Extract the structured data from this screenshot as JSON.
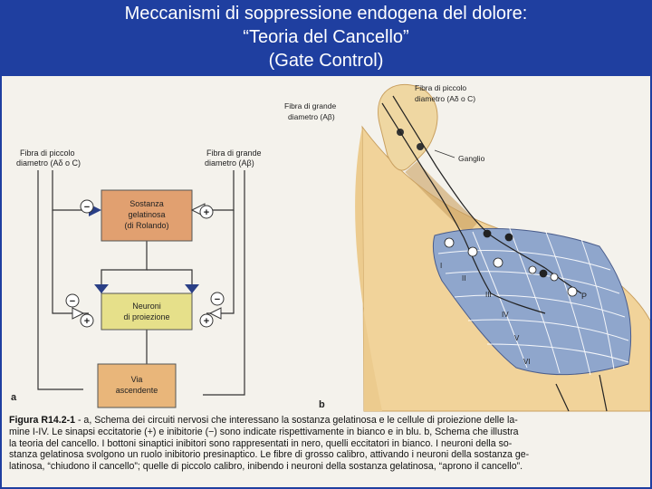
{
  "slide": {
    "title_lines": [
      "Meccanismi di soppressione endogena del dolore:",
      "“Teoria del Cancello”",
      "(Gate Control)"
    ]
  },
  "figure_a": {
    "panel_label": "a",
    "small_fiber_label": [
      "Fibra di piccolo",
      "diametro (Aδ o C)"
    ],
    "large_fiber_label": [
      "Fibra di grande",
      "diametro (Aβ)"
    ],
    "substantia_box": [
      "Sostanza",
      "gelatinosa",
      "(di Rolando)"
    ],
    "projection_box": [
      "Neuroni",
      "di proiezione"
    ],
    "ascending_box": [
      "Via",
      "ascendente"
    ],
    "signs": {
      "minus_1": "−",
      "plus_1": "+",
      "minus_2": "−",
      "minus_3": "−",
      "plus_2": "+",
      "plus_3": "+"
    }
  },
  "figure_b": {
    "panel_label": "b",
    "small_fiber_label": [
      "Fibra di piccolo",
      "diametro (Aδ o C)"
    ],
    "large_fiber_label": [
      "Fibra di grande",
      "diametro (Aβ)"
    ],
    "ganglion_label": "Ganglio",
    "laminae": [
      "I",
      "II",
      "III",
      "IV",
      "V",
      "VI"
    ],
    "projection_label": "P"
  },
  "caption": {
    "figure_label": "Figura R14.2-1",
    "first_line": " - a, Schema dei circuiti nervosi che interessano la sostanza gelatinosa e le cellule di proiezione delle la-",
    "lines": [
      "mine I-IV. Le sinapsi eccitatorie (+) e inibitorie (−) sono indicate rispettivamente in bianco e in blu. b, Schema che illustra",
      "la teoria del cancello. I bottoni sinaptici inibitori sono rappresentati in nero, quelli eccitatori in bianco. I neuroni della so-",
      "stanza gelatinosa svolgono un ruolo inibitorio presinaptico. Le fibre di grosso calibro, attivando i neuroni della sostanza ge-",
      "latinosa, “chiudono il cancello”; quelle di piccolo calibro, inibendo i neuroni della sostanza gelatinosa, “aprono il cancello”."
    ]
  },
  "colors": {
    "slide_background": "#1f3fa0",
    "substantia_box": "#e1a070",
    "projection_box": "#e6e08a",
    "ascending_box": "#e9b67a",
    "dorsal_horn": "#8fa6cc",
    "spinal_cord": "#f1d39a"
  }
}
